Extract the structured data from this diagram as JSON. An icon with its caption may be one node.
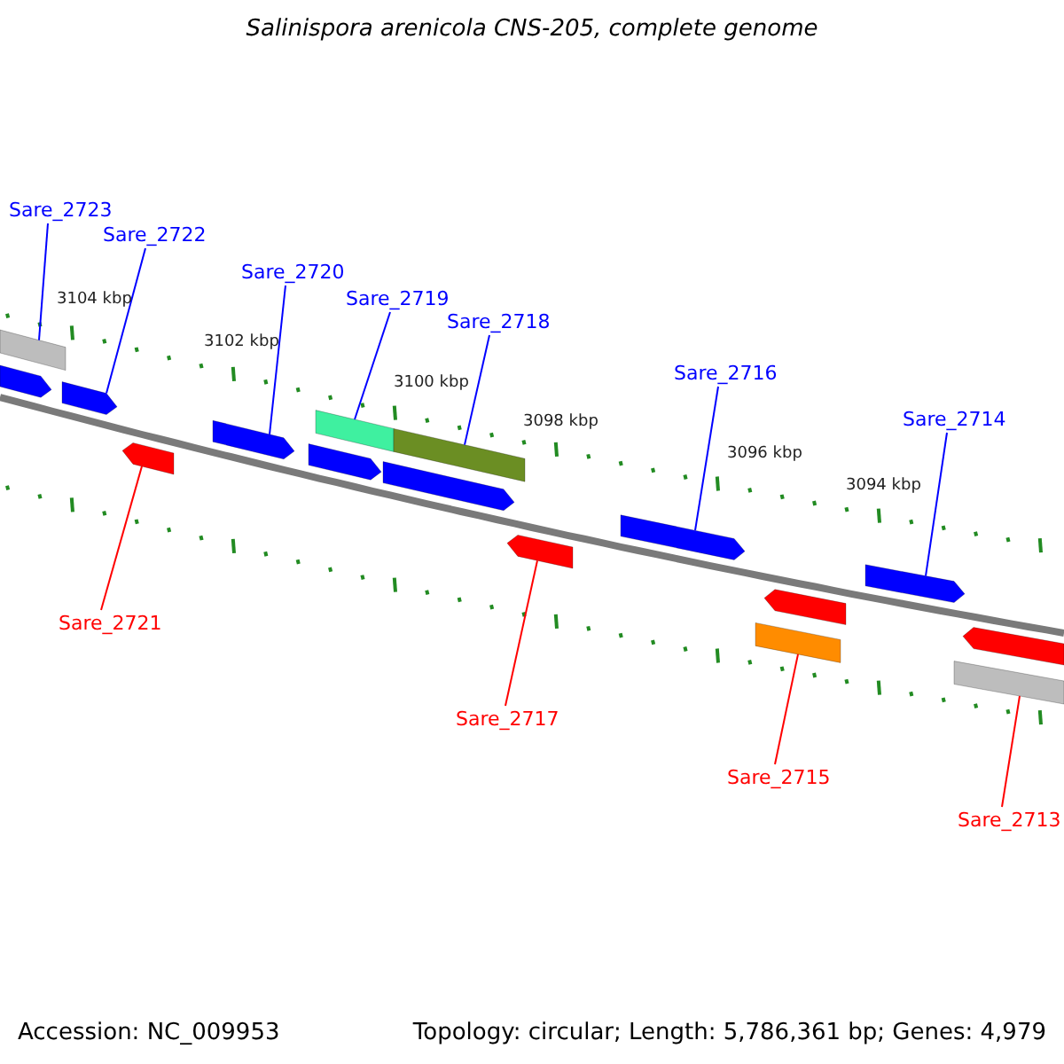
{
  "diagram": {
    "title": "Salinispora arenicola CNS-205, complete genome",
    "nodes": [
      {
        "text": [
          "Sare_2723"
        ]
      },
      {
        "text": [
          "Sare_2722"
        ]
      },
      {
        "text": [
          "Sare_2720"
        ]
      },
      {
        "text": [
          "Sare_2719"
        ]
      },
      {
        "text": [
          "Sare_2718"
        ]
      },
      {
        "text": [
          "Sare_2716"
        ]
      },
      {
        "text": [
          "Sare_2714"
        ]
      },
      {
        "text": [
          "Sare_2721"
        ]
      },
      {
        "text": [
          "Sare_2717"
        ]
      },
      {
        "text": [
          "Sare_2715"
        ]
      },
      {
        "text": [
          "Sare_2713"
        ]
      },
      {
        "text": [],
        "shape": "bar"
      },
      {
        "text": [],
        "shape": "arrow"
      },
      {
        "text": [],
        "shape": "arrow"
      },
      {
        "text": [],
        "shape": "arrow"
      },
      {
        "text": [],
        "shape": "arrow"
      },
      {
        "text": [],
        "shape": "bar"
      },
      {
        "text": [],
        "shape": "bar"
      },
      {
        "text": [],
        "shape": "arrow"
      },
      {
        "text": [],
        "shape": "arrow"
      },
      {
        "text": [],
        "shape": "arrow"
      },
      {
        "text": [],
        "shape": "arrow"
      },
      {
        "text": [],
        "shape": "arrow"
      },
      {
        "text": [],
        "shape": "bar"
      },
      {
        "text": [],
        "shape": "arrow"
      },
      {
        "text": [],
        "shape": "arrow"
      },
      {
        "text": [],
        "shape": "bar"
      }
    ],
    "edges": [
      {
        "from": 0,
        "to": 11,
        "arrow": "none"
      },
      {
        "from": 1,
        "to": 13,
        "arrow": "none"
      },
      {
        "from": 2,
        "to": 15,
        "arrow": "none"
      },
      {
        "from": 3,
        "to": 16,
        "arrow": "none"
      },
      {
        "from": 4,
        "to": 17,
        "arrow": "none"
      },
      {
        "from": 5,
        "to": 21,
        "arrow": "none"
      },
      {
        "from": 6,
        "to": 24,
        "arrow": "none"
      },
      {
        "from": 7,
        "to": 14,
        "arrow": "none",
        "color": "#ff0000"
      },
      {
        "from": 8,
        "to": 20,
        "arrow": "none",
        "color": "#ff0000"
      },
      {
        "from": 9,
        "to": 23,
        "arrow": "none",
        "color": "#ff0000"
      },
      {
        "from": 10,
        "to": 26,
        "arrow": "none",
        "color": "#ff0000"
      }
    ],
    "labels": [
      "3104 kbp",
      "3102 kbp",
      "3100 kbp",
      "3098 kbp",
      "3096 kbp",
      "3094 kbp",
      "Accession: NC_009953",
      "Topology: circular; Length: 5,786,361 bp; Genes: 4,979"
    ]
  }
}
